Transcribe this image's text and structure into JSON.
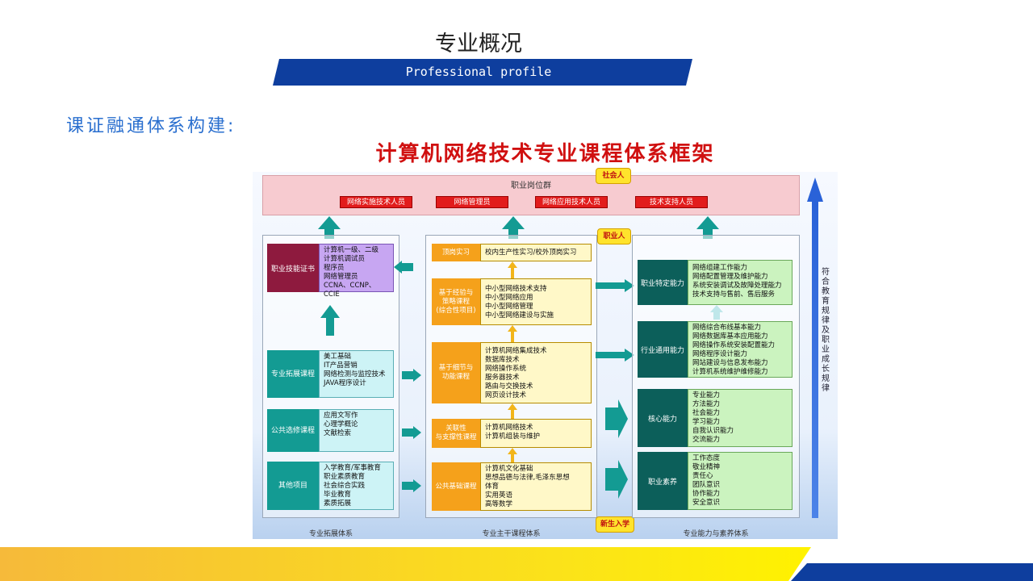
{
  "header": {
    "title": "专业概况",
    "subtitle": "Professional profile"
  },
  "section_heading": "课证融通体系构建:",
  "diagram": {
    "title": "计算机网络技术专业课程体系框架",
    "career_group": {
      "label": "职业岗位群",
      "tag": "社会人",
      "jobs": [
        "网络实施技术人员",
        "网络管理员",
        "网络应用技术人员",
        "技术支持人员"
      ]
    },
    "professional_tag": "职业人",
    "freshman_tag": "新生入学",
    "left_column": {
      "footer": "专业拓展体系",
      "cert": {
        "label": "职业技能证书",
        "items": "计算机一级、二级\n计算机调试员\n程序员\n网络管理员\nCCNA、CCNP、CCIE"
      },
      "rows": [
        {
          "label": "专业拓展课程",
          "items": "美工基础\nIT产品营销\n网络检测与监控技术\nJAVA程序设计"
        },
        {
          "label": "公共选修课程",
          "items": "应用文写作\n心理学概论\n文献检索"
        },
        {
          "label": "其他项目",
          "items": "入学教育/军事教育\n职业素质教育\n社会综合实践\n毕业教育\n素质拓展"
        }
      ]
    },
    "middle_column": {
      "footer": "专业主干课程体系",
      "rows": [
        {
          "label": "顶岗实习",
          "items": "校内生产性实习/校外顶岗实习"
        },
        {
          "label": "基于经验与\n策略课程\n(综合性项目)",
          "items": "中小型网络技术支持\n中小型网络应用\n中小型网络管理\n中小型网络建设与实施"
        },
        {
          "label": "基于细节与\n功能课程",
          "items": "计算机网络集成技术\n数据库技术\n网络操作系统\n服务器技术\n路由与交换技术\n网页设计技术"
        },
        {
          "label": "关联性\n与支撑性课程",
          "items": "计算机网络技术\n计算机组装与维护"
        },
        {
          "label": "公共基础课程",
          "items": "计算机文化基础\n思想品德与法律,毛泽东思想\n体育\n实用英语\n高等数学"
        }
      ]
    },
    "right_column": {
      "footer": "专业能力与素养体系",
      "rows": [
        {
          "label": "职业特定能力",
          "items": "网络组建工作能力\n网络配置管理及维护能力\n系统安装调试及故障处理能力\n技术支持与售前、售后服务"
        },
        {
          "label": "行业通用能力",
          "items": "网络综合布线基本能力\n网络数据库基本应用能力\n网络操作系统安装配置能力\n网络程序设计能力\n网站建设与信息发布能力\n计算机系统维护维修能力"
        },
        {
          "label": "核心能力",
          "items": "专业能力\n方法能力\n社会能力\n学习能力\n自我认识能力\n交流能力"
        },
        {
          "label": "职业素养",
          "items": "工作态度\n敬业精神\n责任心\n团队意识\n协作能力\n安全意识"
        }
      ]
    },
    "side_label": "符合教育规律及职业成长规律",
    "colors": {
      "accent_blue": "#0e3e9e",
      "title_red": "#d01010",
      "teal": "#139b93",
      "orange": "#f5a11b"
    }
  }
}
